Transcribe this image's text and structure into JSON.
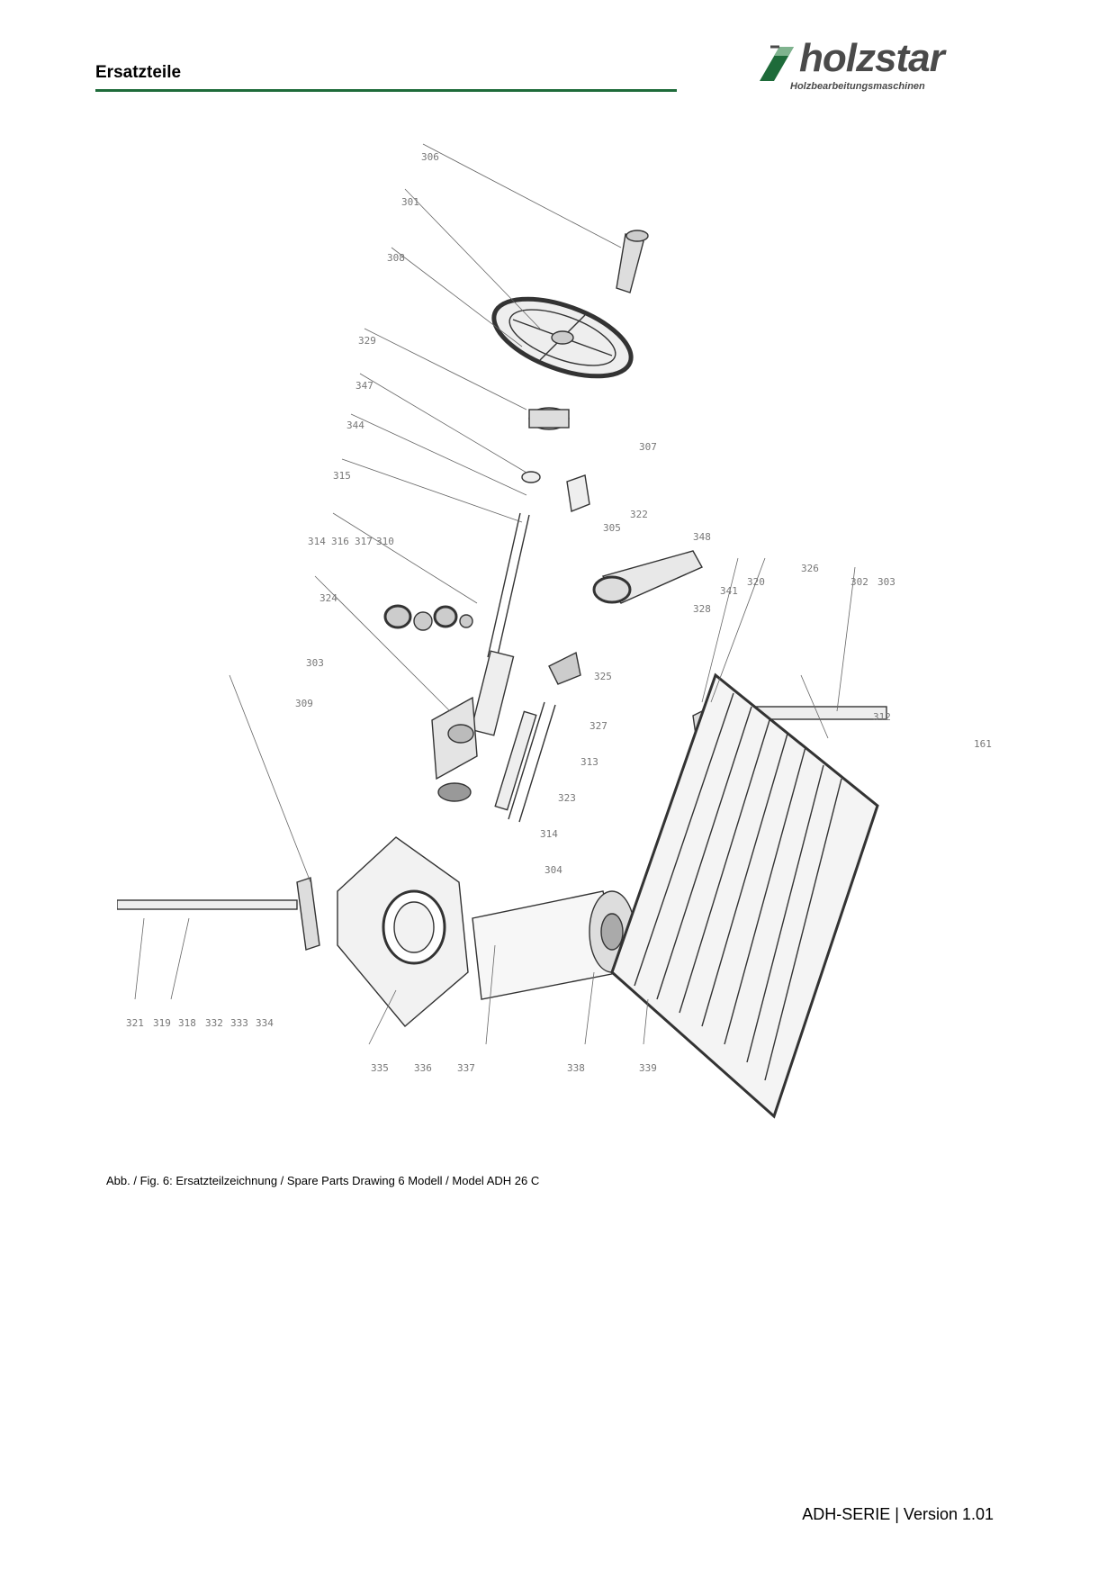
{
  "header": {
    "title": "Ersatzteile",
    "logo_text": "holzstar",
    "logo_subtitle": "Holzbearbeitungsmaschinen",
    "accent_color": "#1e6b3a"
  },
  "figure": {
    "caption": "Abb. / Fig. 6: Ersatzteilzeichnung / Spare Parts Drawing 6 Modell / Model ADH 26 C",
    "part_labels": [
      "306",
      "301",
      "308",
      "329",
      "307",
      "347",
      "322",
      "344",
      "348",
      "315",
      "305",
      "314",
      "316",
      "317",
      "310",
      "324",
      "303",
      "309",
      "325",
      "327",
      "313",
      "323",
      "314",
      "304",
      "328",
      "341",
      "320",
      "326",
      "302",
      "303",
      "161",
      "312",
      "321",
      "319",
      "318",
      "332",
      "333",
      "334",
      "335",
      "336",
      "337",
      "338",
      "339"
    ]
  },
  "footer": {
    "text": "ADH-SERIE | Version 1.01"
  }
}
